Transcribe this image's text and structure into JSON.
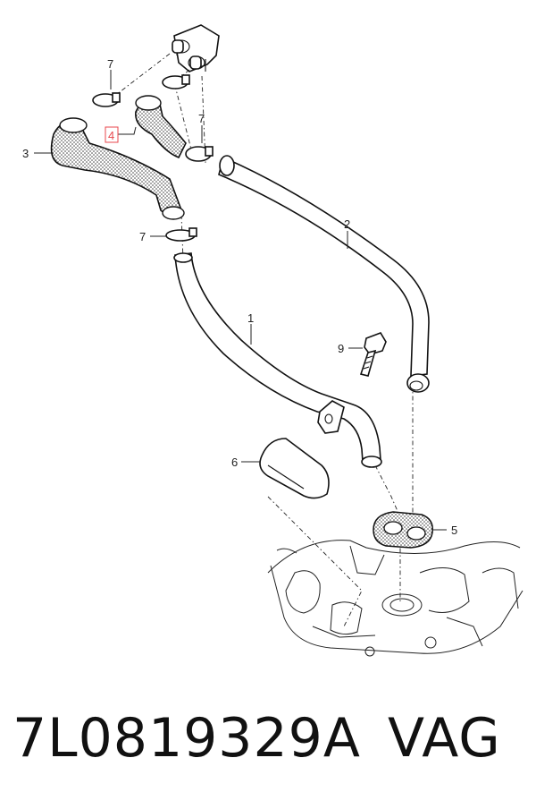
{
  "callouts": {
    "c1": "1",
    "c2": "2",
    "c3": "3",
    "c4": "4",
    "c5": "5",
    "c6": "6",
    "c7a": "7",
    "c7b": "7",
    "c7c": "7",
    "c9": "9"
  },
  "highlight_color": "#e8474c",
  "footer": {
    "part_number": "7L0819329A",
    "maker": "VAG"
  }
}
